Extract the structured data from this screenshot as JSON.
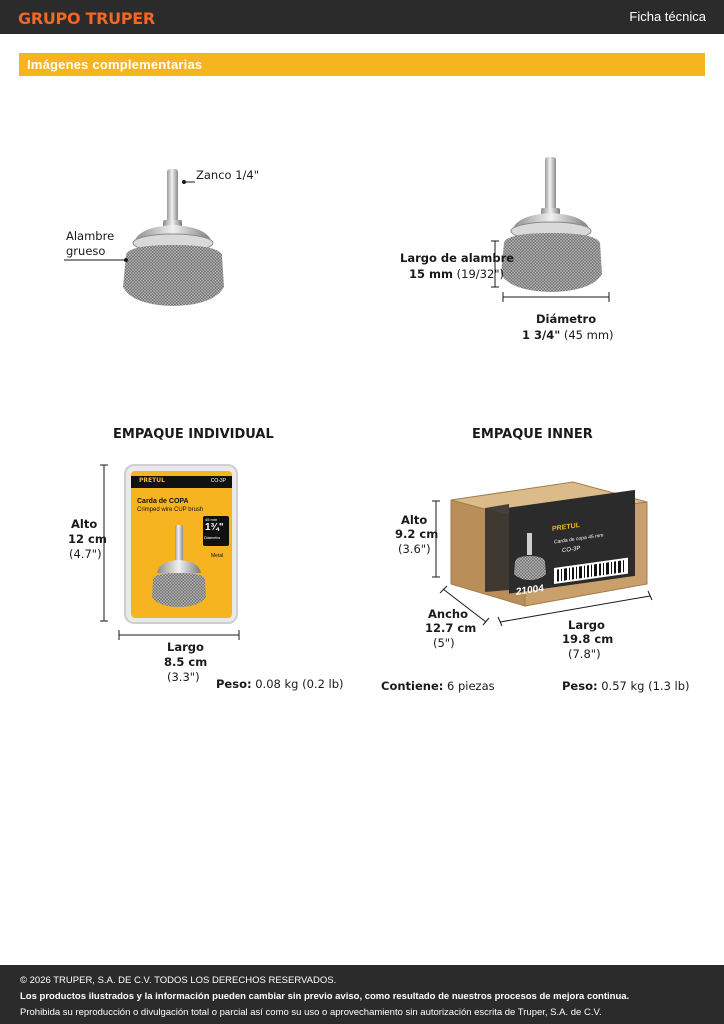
{
  "header": {
    "brand": "GRUPO TRUPER",
    "doc_type": "Ficha técnica"
  },
  "section": {
    "title": "Imágenes complementarias"
  },
  "product_left": {
    "shank_label": "Zanco 1/4\"",
    "wire_label_1": "Alambre",
    "wire_label_2": "grueso"
  },
  "product_right": {
    "wire_length_label": "Largo de alambre",
    "wire_length_value": "15 mm",
    "wire_length_alt": "(19/32\")",
    "diameter_label": "Diámetro",
    "diameter_value": "1 3/4\"",
    "diameter_alt": "(45 mm)"
  },
  "individual_pack": {
    "heading": "EMPAQUE INDIVIDUAL",
    "height_label": "Alto",
    "height_value": "12 cm",
    "height_alt": "(4.7\")",
    "length_label": "Largo",
    "length_value": "8.5 cm",
    "length_alt": "(3.3\")",
    "weight_label": "Peso:",
    "weight_value": "0.08 kg (0.2 lb)",
    "card": {
      "brand": "PRETUL",
      "code": "CO-3P",
      "title": "Carda de COPA",
      "subtitle": "Crimped wire CUP brush",
      "size_top": "45 mm",
      "size_main": "1¾\"",
      "size_label": "Diámetro",
      "material": "Metal"
    }
  },
  "inner_pack": {
    "heading": "EMPAQUE INNER",
    "height_label": "Alto",
    "height_value": "9.2 cm",
    "height_alt": "(3.6\")",
    "width_label": "Ancho",
    "width_value": "12.7 cm",
    "width_alt": "(5\")",
    "length_label": "Largo",
    "length_value": "19.8 cm",
    "length_alt": "(7.8\")",
    "contains_label": "Contiene:",
    "contains_value": "6 piezas",
    "weight_label": "Peso:",
    "weight_value": "0.57 kg (1.3 lb)",
    "box": {
      "brand": "PRETUL",
      "line1": "Carda de copa 45 mm",
      "code": "CO-3P",
      "number": "21004"
    }
  },
  "footer": {
    "line1": "© 2026 TRUPER, S.A. DE C.V. TODOS LOS DERECHOS RESERVADOS.",
    "line2": "Los productos ilustrados y la información pueden cambiar sin previo aviso, como resultado de nuestros procesos de mejora continua.",
    "line3": "Prohibida su reproducción o divulgación total o parcial así como su uso o aprovechamiento sin autorización escrita de Truper, S.A. de C.V."
  },
  "colors": {
    "accent": "#f6b520",
    "brand": "#f26722",
    "dark": "#2b2b2b",
    "box": "#c9a06b"
  }
}
